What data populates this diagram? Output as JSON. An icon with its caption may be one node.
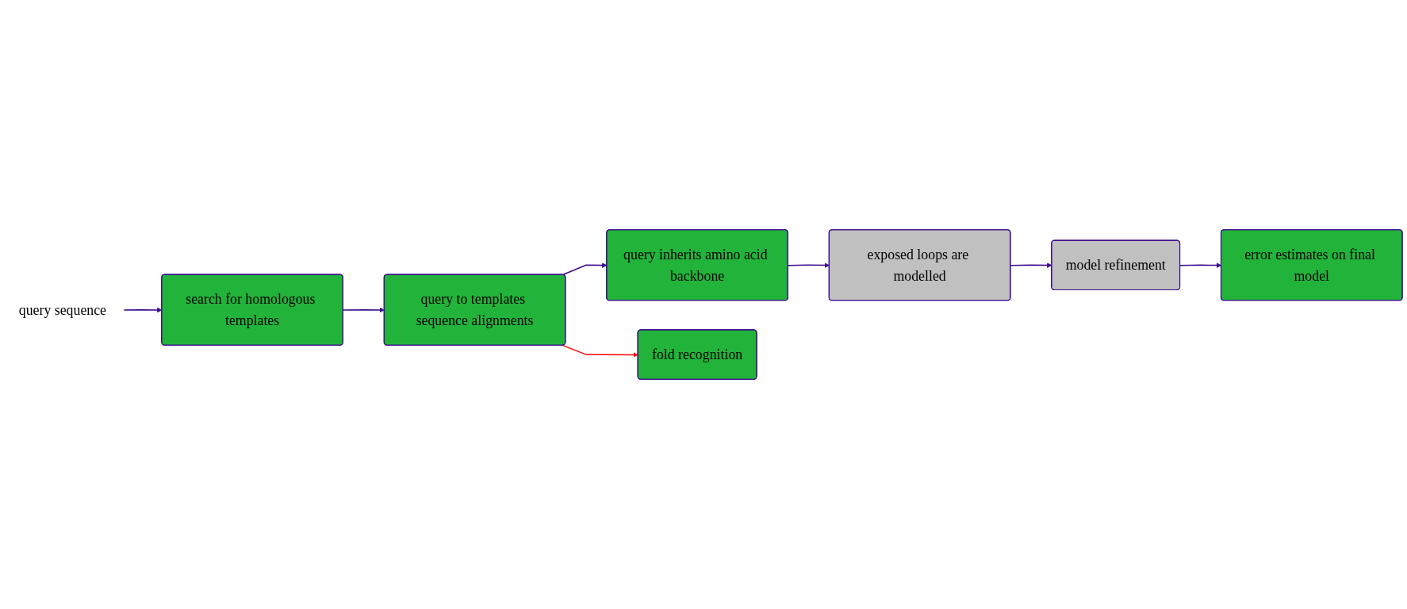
{
  "diagram": {
    "nodes": [
      {
        "text": [
          "query sequence"
        ]
      },
      {
        "text": [
          "search for homologous templates"
        ]
      },
      {
        "text": [
          "query to templates sequence alignments"
        ]
      },
      {
        "text": [
          "query inherits amino acid backbone"
        ]
      },
      {
        "text": [
          "exposed loops are modelled"
        ]
      },
      {
        "text": [
          "model refinement"
        ]
      },
      {
        "text": [
          "error estimates on final model"
        ]
      },
      {
        "text": [
          "fold recognition"
        ]
      }
    ],
    "edges": [
      {
        "from": 0,
        "to": 1,
        "arrow": "to"
      },
      {
        "from": 1,
        "to": 2,
        "arrow": "to"
      },
      {
        "from": 2,
        "to": 3,
        "arrow": "to"
      },
      {
        "from": 3,
        "to": 4,
        "arrow": "to"
      },
      {
        "from": 4,
        "to": 5,
        "arrow": "to"
      },
      {
        "from": 5,
        "to": 6,
        "arrow": "to"
      },
      {
        "from": 2,
        "to": 7,
        "arrow": "to",
        "color": "#ff0000"
      }
    ]
  }
}
